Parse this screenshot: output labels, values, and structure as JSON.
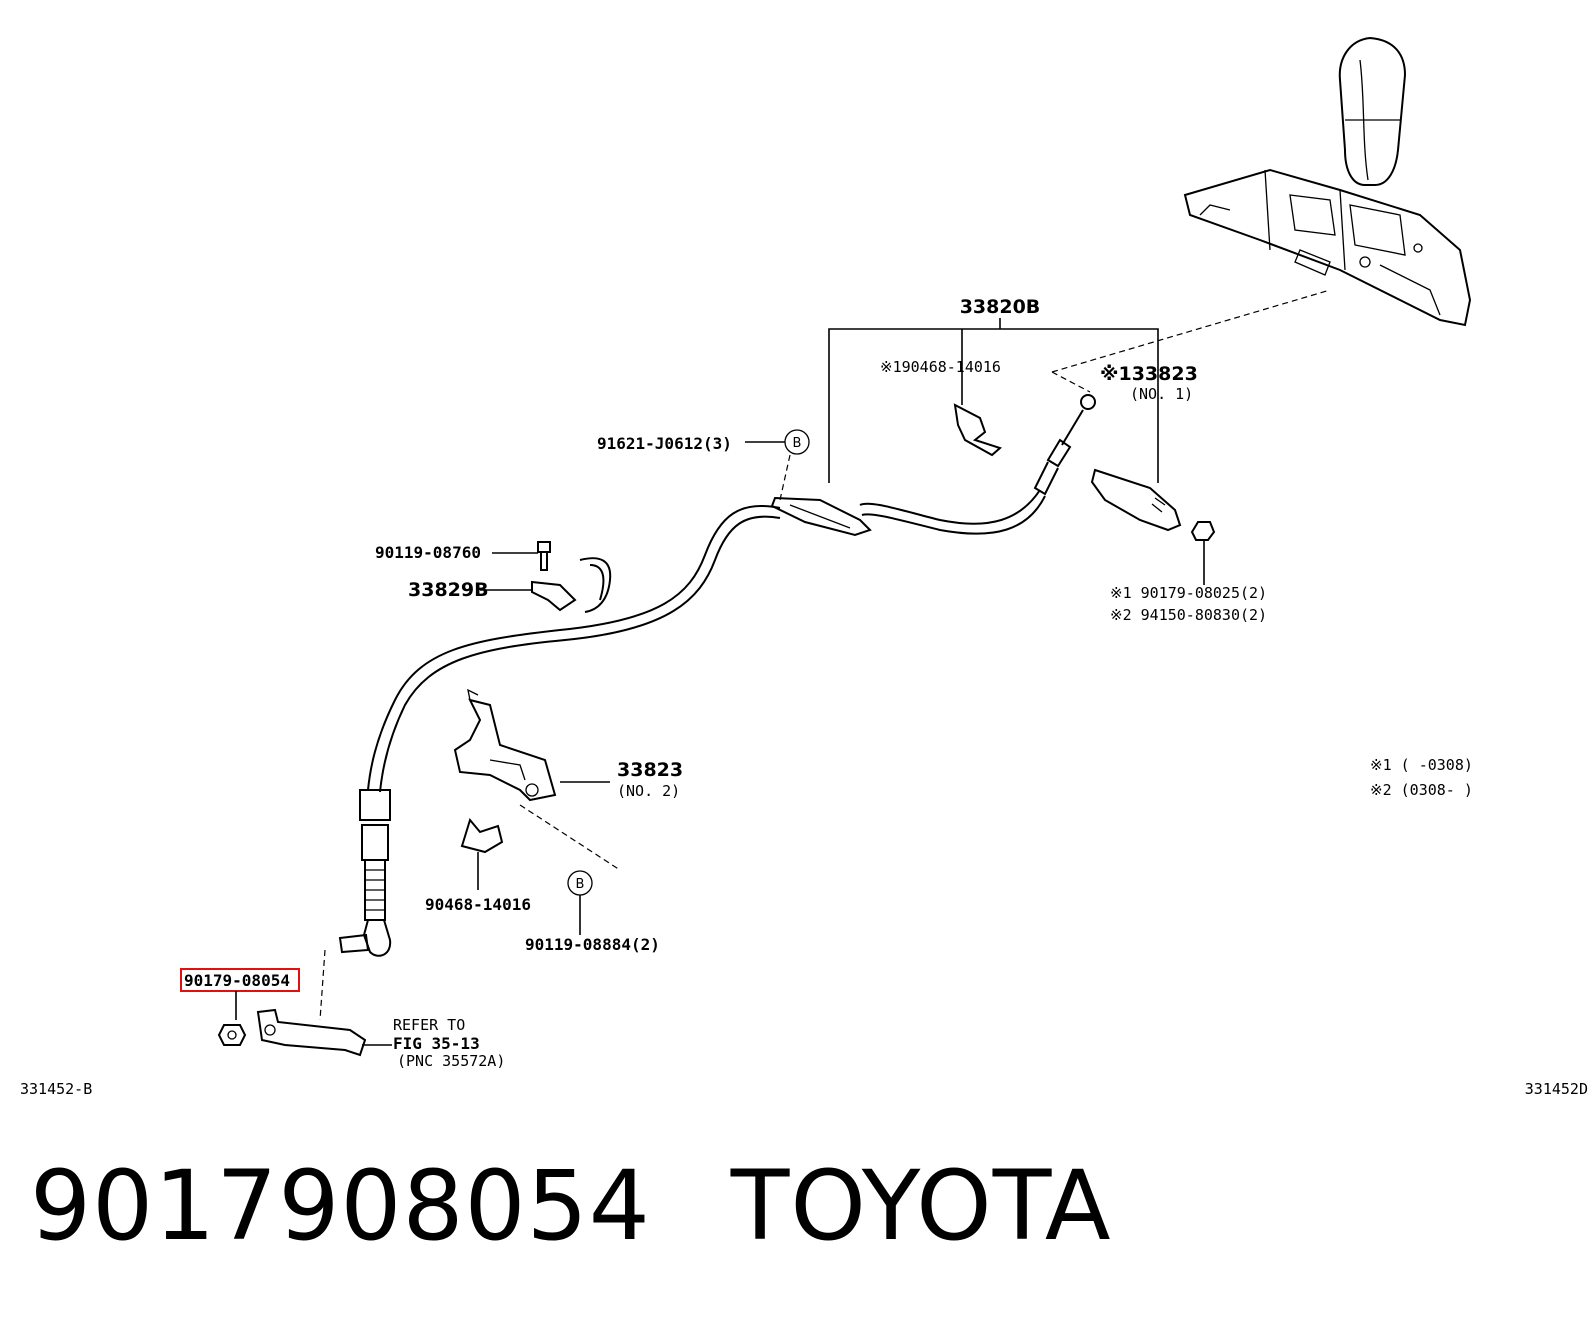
{
  "diagram": {
    "labels": {
      "assembly": "33820B",
      "note_190468": "※190468-14016",
      "note_133823": "※133823",
      "no1": "(NO. 1)",
      "bolt_91621": "91621-J0612(3)",
      "bolt_90119_08760": "90119-08760",
      "clamp_33829b": "33829B",
      "nut_note1": "※1 90179-08025(2)",
      "nut_note2": "※2 94150-80830(2)",
      "bracket_33823": "33823",
      "no2": "(NO. 2)",
      "clip_90468": "90468-14016",
      "bolt_90119_08884": "90119-08884(2)",
      "highlight_part": "90179-08054",
      "refer_line1": "REFER TO",
      "refer_line2": "FIG 35-13",
      "refer_line3": "(PNC 35572A)",
      "legend1": "※1 (      -0308)",
      "legend2": "※2 (0308-      )",
      "code_left": "331452-B",
      "code_right": "331452D",
      "circle_b": "B"
    }
  },
  "footer": {
    "part_number": "9017908054",
    "brand": "TOYOTA"
  },
  "colors": {
    "highlight": "#e01010",
    "ink": "#000000",
    "background": "#ffffff"
  }
}
